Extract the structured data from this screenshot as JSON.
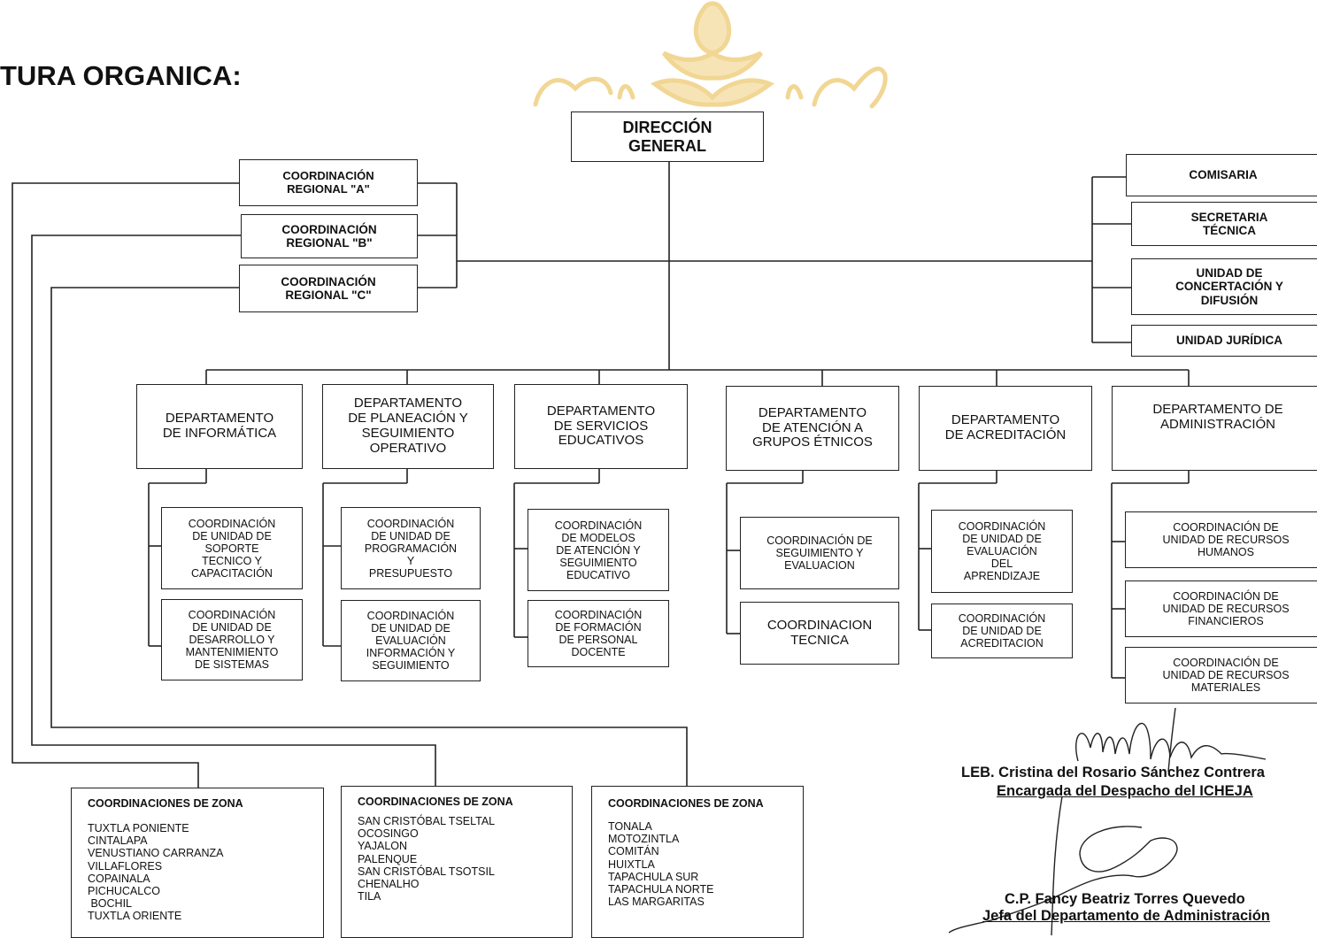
{
  "title": "TURA ORGANICA:",
  "root": "DIRECCIÓN\nGENERAL",
  "regional": [
    "COORDINACIÓN\nREGIONAL \"A\"",
    "COORDINACIÓN\nREGIONAL \"B\"",
    "COORDINACIÓN\nREGIONAL \"C\""
  ],
  "staff": [
    "COMISARIA",
    "SECRETARIA\nTÉCNICA",
    "UNIDAD DE\nCONCERTACIÓN Y\nDIFUSIÓN",
    "UNIDAD JURÍDICA"
  ],
  "departments": [
    {
      "name": "DEPARTAMENTO\nDE INFORMÁTICA",
      "subs": [
        "COORDINACIÓN\nDE UNIDAD DE\nSOPORTE\nTECNICO Y\nCAPACITACIÓN",
        "COORDINACIÓN\nDE UNIDAD DE\nDESARROLLO Y\nMANTENIMIENTO\nDE SISTEMAS"
      ]
    },
    {
      "name": "DEPARTAMENTO\nDE PLANEACIÓN Y\nSEGUIMIENTO\nOPERATIVO",
      "subs": [
        "COORDINACIÓN\nDE UNIDAD DE\nPROGRAMACIÓN\nY\nPRESUPUESTO",
        "COORDINACIÓN\nDE UNIDAD DE\nEVALUACIÓN\nINFORMACIÓN Y\nSEGUIMIENTO"
      ]
    },
    {
      "name": "DEPARTAMENTO\nDE SERVICIOS\nEDUCATIVOS",
      "subs": [
        "COORDINACIÓN\nDE MODELOS\nDE ATENCIÓN Y\nSEGUIMIENTO\nEDUCATIVO",
        "COORDINACIÓN\nDE FORMACIÓN\nDE PERSONAL\nDOCENTE"
      ]
    },
    {
      "name": "DEPARTAMENTO\nDE ATENCIÓN A\nGRUPOS ÉTNICOS",
      "subs": [
        "COORDINACIÓN DE\nSEGUIMIENTO Y\nEVALUACION",
        "COORDINACION\nTECNICA"
      ]
    },
    {
      "name": "DEPARTAMENTO\nDE ACREDITACIÓN",
      "subs": [
        "COORDINACIÓN\nDE UNIDAD DE\nEVALUACIÓN\nDEL\nAPRENDIZAJE",
        "COORDINACIÓN\nDE UNIDAD DE\nACREDITACION"
      ]
    },
    {
      "name": "DEPARTAMENTO DE\nADMINISTRACIÓN",
      "subs": [
        "COORDINACIÓN DE\nUNIDAD DE RECURSOS\nHUMANOS",
        "COORDINACIÓN DE\nUNIDAD DE RECURSOS\nFINANCIEROS",
        "COORDINACIÓN DE\nUNIDAD DE RECURSOS\nMATERIALES"
      ]
    }
  ],
  "zones": [
    {
      "header": "COORDINACIONES DE ZONA",
      "items": [
        "TUXTLA PONIENTE",
        "CINTALAPA",
        "VENUSTIANO CARRANZA",
        "VILLAFLORES",
        "COPAINALA",
        "PICHUCALCO",
        " BOCHIL",
        "TUXTLA ORIENTE"
      ]
    },
    {
      "header": "COORDINACIONES DE ZONA",
      "items": [
        "SAN CRISTÓBAL TSELTAL",
        "OCOSINGO",
        "YAJALON",
        "PALENQUE",
        "SAN CRISTÓBAL TSOTSIL",
        "CHENALHO",
        "TILA"
      ]
    },
    {
      "header": "COORDINACIONES DE ZONA",
      "items": [
        "TONALA",
        "MOTOZINTLA",
        "COMITÁN",
        "HUIXTLA",
        "TAPACHULA SUR",
        "TAPACHULA NORTE",
        "LAS MARGARITAS"
      ]
    }
  ],
  "signatures": {
    "name1": "LEB. Cristina del Rosario Sánchez Contrera",
    "role1": "Encargada del Despacho del ICHEJA",
    "name2": "C.P. Fancy Beatriz Torres Quevedo",
    "role2": "Jefa del Departamento de Administración"
  },
  "colors": {
    "logo": "#f3d79a",
    "line": "#222222"
  }
}
